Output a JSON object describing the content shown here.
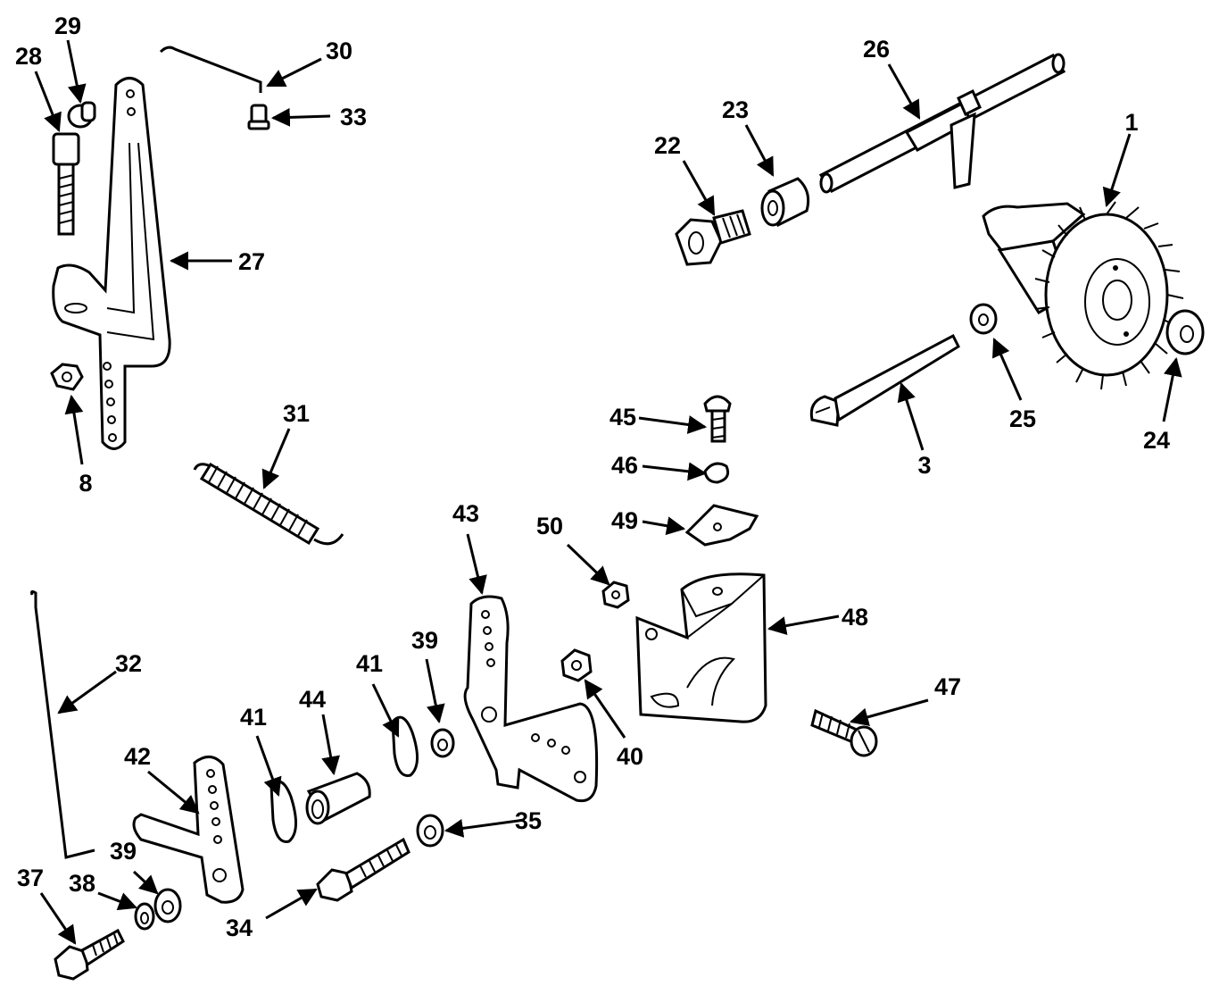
{
  "callouts": [
    {
      "id": "c1",
      "text": "1"
    },
    {
      "id": "c3",
      "text": "3"
    },
    {
      "id": "c8",
      "text": "8"
    },
    {
      "id": "c22",
      "text": "22"
    },
    {
      "id": "c23",
      "text": "23"
    },
    {
      "id": "c24",
      "text": "24"
    },
    {
      "id": "c25",
      "text": "25"
    },
    {
      "id": "c26",
      "text": "26"
    },
    {
      "id": "c27",
      "text": "27"
    },
    {
      "id": "c28",
      "text": "28"
    },
    {
      "id": "c29",
      "text": "29"
    },
    {
      "id": "c30",
      "text": "30"
    },
    {
      "id": "c31",
      "text": "31"
    },
    {
      "id": "c32",
      "text": "32"
    },
    {
      "id": "c33",
      "text": "33"
    },
    {
      "id": "c34",
      "text": "34"
    },
    {
      "id": "c35",
      "text": "35"
    },
    {
      "id": "c37",
      "text": "37"
    },
    {
      "id": "c38",
      "text": "38"
    },
    {
      "id": "c39a",
      "text": "39"
    },
    {
      "id": "c39b",
      "text": "39"
    },
    {
      "id": "c40",
      "text": "40"
    },
    {
      "id": "c41a",
      "text": "41"
    },
    {
      "id": "c41b",
      "text": "41"
    },
    {
      "id": "c42",
      "text": "42"
    },
    {
      "id": "c43",
      "text": "43"
    },
    {
      "id": "c44",
      "text": "44"
    },
    {
      "id": "c45",
      "text": "45"
    },
    {
      "id": "c46",
      "text": "46"
    },
    {
      "id": "c47",
      "text": "47"
    },
    {
      "id": "c48",
      "text": "48"
    },
    {
      "id": "c49",
      "text": "49"
    },
    {
      "id": "c50",
      "text": "50"
    }
  ]
}
